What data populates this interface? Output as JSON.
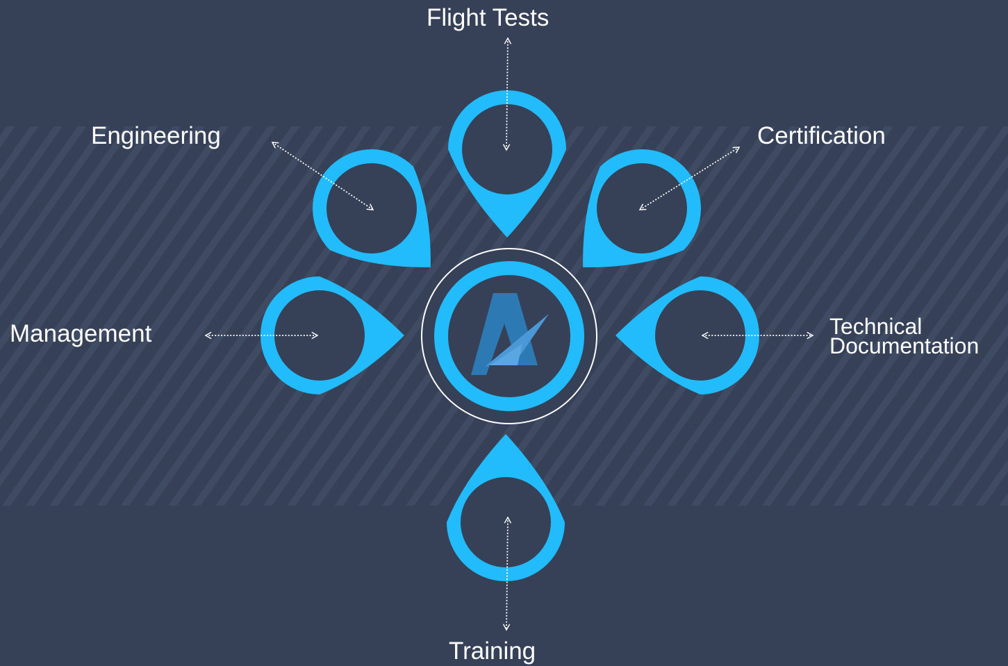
{
  "diagram": {
    "colors": {
      "background": "#364158",
      "band_stripe": "#3f4b62",
      "pin": "#22bbfb",
      "pin_dark": "#1eb3f2",
      "ring_outline": "#ffffff",
      "logo_primary": "#2d79b4",
      "logo_accent": "#4a98d6",
      "label": "#ffffff"
    },
    "labels": {
      "flight_tests": "Flight Tests",
      "engineering": "Engineering",
      "certification": "Certification",
      "management": "Management",
      "technical_line1": "Technical",
      "technical_line2": "Documentation",
      "training": "Training"
    },
    "center": {
      "icon": "logo-a-icon"
    },
    "arrows": {
      "icon": "dotted-double-arrow-icon"
    }
  }
}
